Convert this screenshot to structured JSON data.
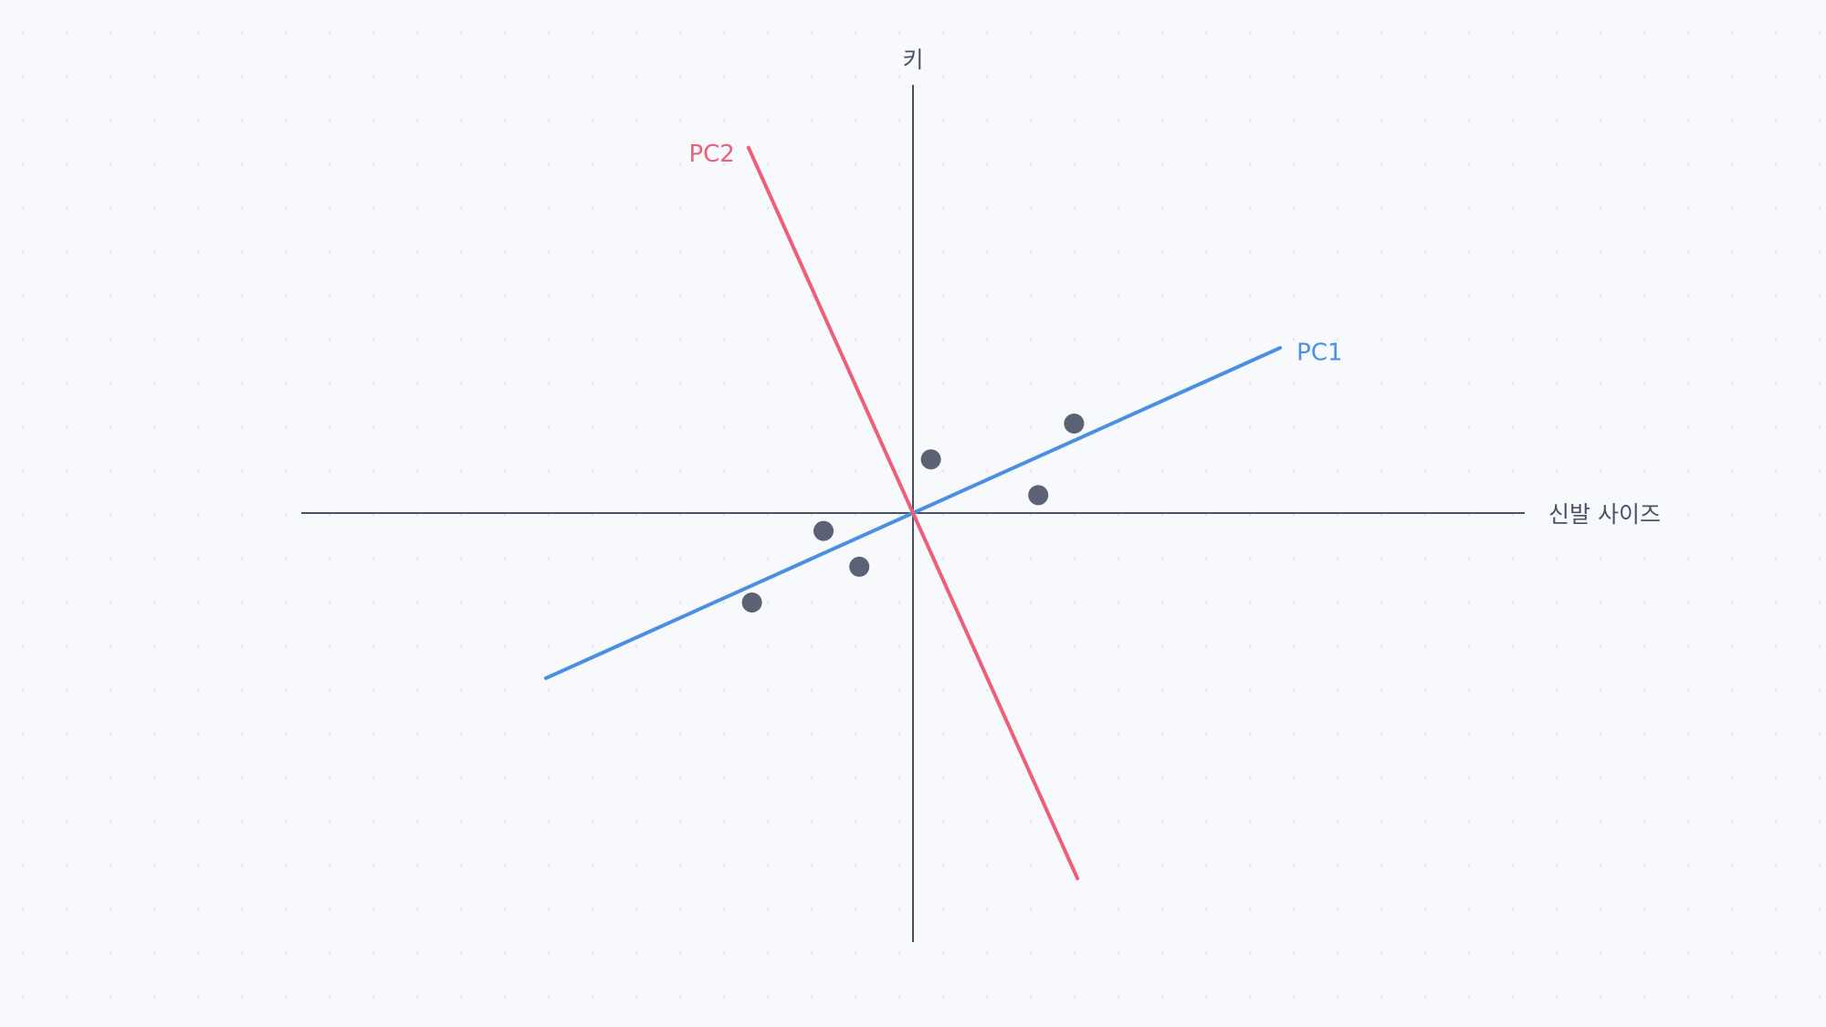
{
  "diagram": {
    "x_axis_label": "신발 사이즈",
    "y_axis_label": "키",
    "colors": {
      "axis": "#4b5264",
      "point": "#5b6275",
      "pc1": "#4a90e2",
      "pc2": "#ec5f79"
    },
    "components": [
      {
        "key": "pc1",
        "label": "PC1",
        "direction": [
          1,
          0.45
        ],
        "color": "#4a90e2"
      },
      {
        "key": "pc2",
        "label": "PC2",
        "direction": [
          -0.45,
          1
        ],
        "color": "#ec5f79"
      }
    ],
    "points": [
      {
        "x": 0.2,
        "y": 0.6
      },
      {
        "x": 1.8,
        "y": 1.0
      },
      {
        "x": 1.4,
        "y": 0.2
      },
      {
        "x": -1.0,
        "y": -0.2
      },
      {
        "x": -0.6,
        "y": -0.6
      },
      {
        "x": -1.8,
        "y": -1.0
      }
    ]
  }
}
